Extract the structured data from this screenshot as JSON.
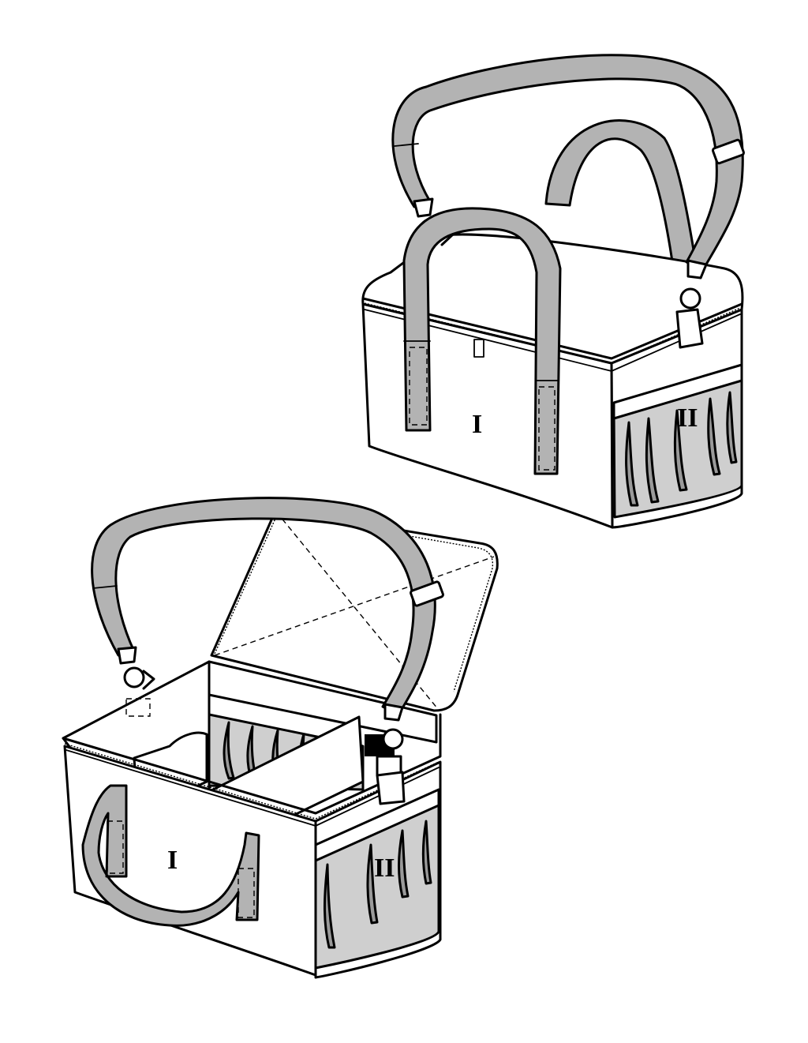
{
  "colors": {
    "line": "#000000",
    "strap": "#b3b3b3",
    "pocket": "#cfcfcf",
    "pleat": "#9a9a9a",
    "panel": "#ffffff",
    "background": "#ffffff"
  },
  "views": [
    {
      "name": "closed-bag",
      "labels": {
        "front": "I",
        "side": "II"
      }
    },
    {
      "name": "open-bag",
      "labels": {
        "front": "I",
        "side": "II"
      }
    }
  ]
}
